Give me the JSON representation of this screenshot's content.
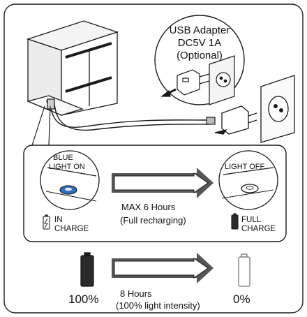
{
  "usb_adapter": {
    "title": "USB Adapter",
    "spec": "DC5V 1A",
    "note": "(Optional)"
  },
  "charging": {
    "start_bubble": [
      "BLUE",
      "LIGHT ON"
    ],
    "end_bubble": "LIGHT OFF",
    "start_status": [
      "IN",
      "CHARGE"
    ],
    "end_status": [
      "FULL",
      "CHARGE"
    ],
    "duration": "MAX 6 Hours",
    "duration_note": "(Full recharging)"
  },
  "runtime": {
    "start_level": "100%",
    "end_level": "0%",
    "duration": "8 Hours",
    "duration_note": "(100% light intensity)"
  },
  "colors": {
    "indicator_blue": "#2f6fc4",
    "line": "#1a1a1a",
    "panel_fill": "#e9e9e9"
  }
}
